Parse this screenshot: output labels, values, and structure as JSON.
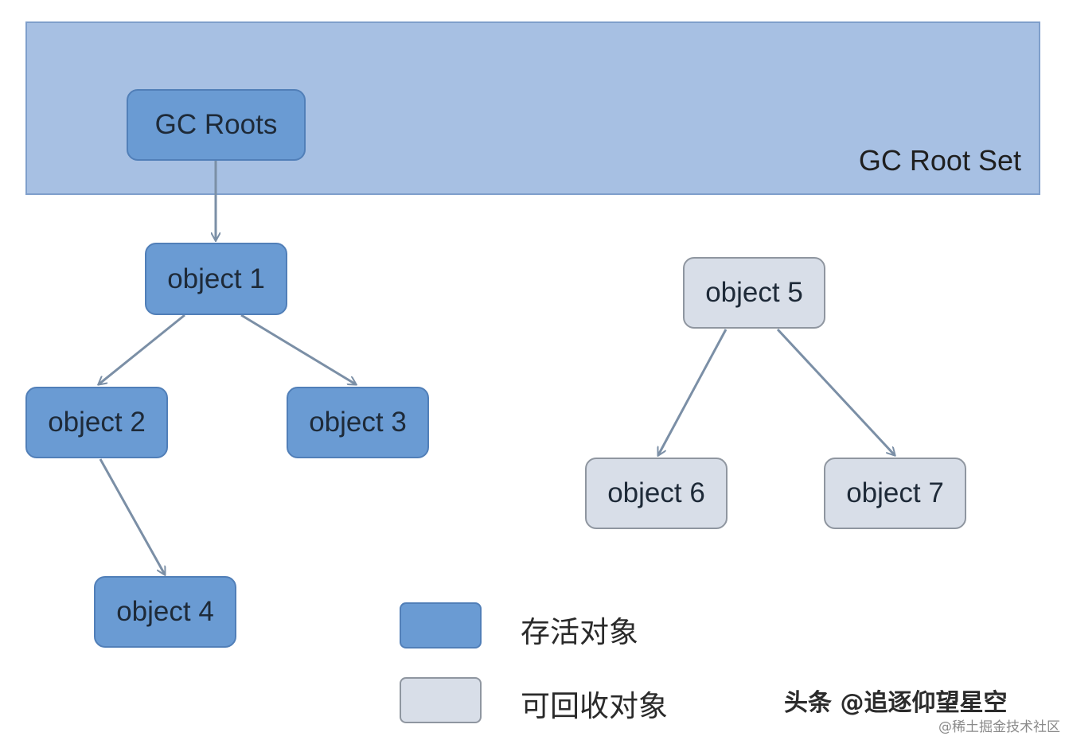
{
  "root_set": {
    "label": "GC Root Set"
  },
  "nodes": {
    "gc_roots": "GC Roots",
    "object1": "object 1",
    "object2": "object 2",
    "object3": "object 3",
    "object4": "object 4",
    "object5": "object 5",
    "object6": "object 6",
    "object7": "object 7"
  },
  "legend": {
    "alive_label": "存活对象",
    "collectable_label": "可回收对象"
  },
  "credit": "头条 @追逐仰望星空",
  "watermark": "@稀土掘金技术社区",
  "colors": {
    "root_set_fill": "#a7c0e3",
    "alive_fill": "#6a9bd3",
    "collectable_fill": "#d8dee8",
    "edge": "#7b8fa6"
  }
}
